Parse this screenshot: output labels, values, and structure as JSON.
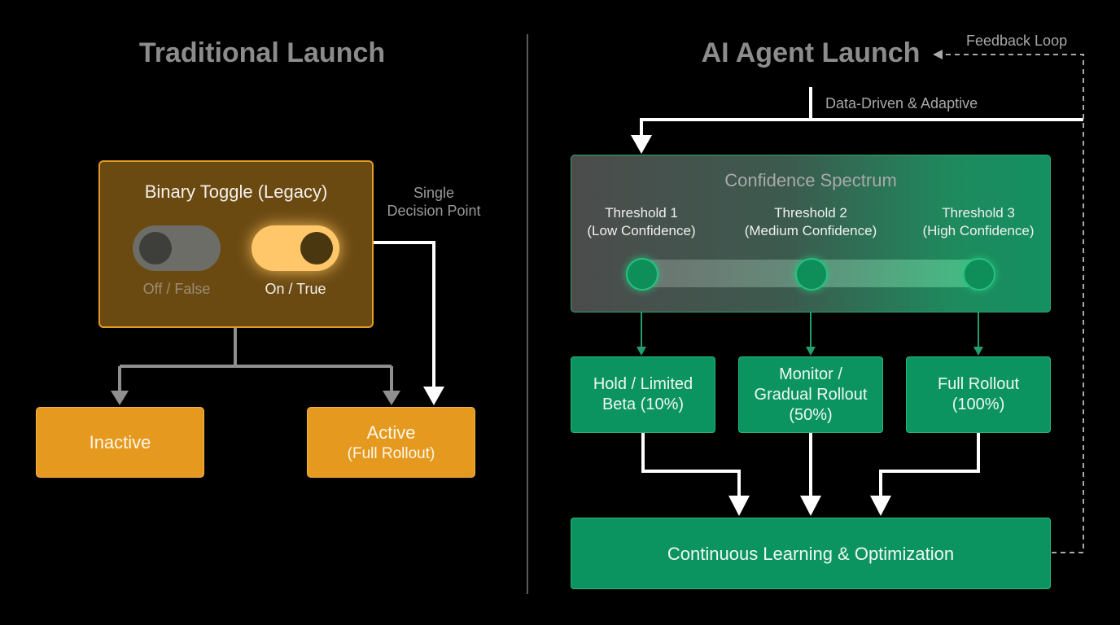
{
  "left": {
    "heading": "Traditional Launch",
    "toggle_panel": {
      "title": "Binary Toggle (Legacy)",
      "off_label": "Off / False",
      "on_label": "On / True"
    },
    "decision_label": [
      "Single",
      "Decision Point"
    ],
    "inactive_box": {
      "main": "Inactive"
    },
    "active_box": {
      "main": "Active",
      "sub": "(Full Rollout)"
    }
  },
  "right": {
    "heading": "AI Agent Launch",
    "feedback_label": "Feedback Loop",
    "data_driven_label": "Data-Driven & Adaptive",
    "spectrum": {
      "title": "Confidence Spectrum",
      "thresholds": [
        {
          "name": "Threshold 1",
          "level": "(Low Confidence)"
        },
        {
          "name": "Threshold 2",
          "level": "(Medium Confidence)"
        },
        {
          "name": "Threshold 3",
          "level": "(High Confidence)"
        }
      ]
    },
    "outcomes": [
      {
        "lines": [
          "Hold / Limited",
          "Beta (10%)"
        ]
      },
      {
        "lines": [
          "Monitor /",
          "Gradual Rollout",
          "(50%)"
        ]
      },
      {
        "lines": [
          "Full Rollout",
          "(100%)"
        ]
      }
    ],
    "learning_box": "Continuous Learning & Optimization"
  },
  "colors": {
    "orange": "#e59a1f",
    "orange_dark": "#6b4a12",
    "green": "#0b9460",
    "arrow_gray": "#8f8f8f",
    "arrow_white": "#ffffff"
  }
}
